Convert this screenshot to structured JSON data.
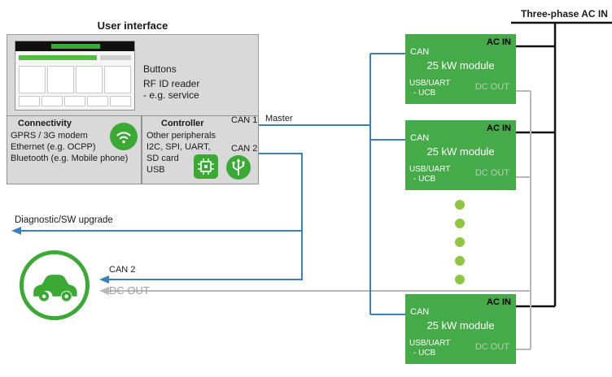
{
  "colors": {
    "green": "#44ab48",
    "icon_green": "#3aaa35",
    "dot_green": "#8dc63f",
    "blue": "#3a7fc1",
    "gray_line": "#b8b8b8",
    "black": "#111111",
    "box_gray": "#d9d9d9"
  },
  "ui": {
    "title": "User interface",
    "buttons": "Buttons",
    "rfid": "RF ID reader",
    "rfid_example": "- e.g. service"
  },
  "connectivity": {
    "title": "Connectivity",
    "items": [
      "GPRS / 3G modem",
      "Ethernet (e.g. OCPP)",
      "Bluetooth (e.g. Mobile phone)"
    ]
  },
  "controller": {
    "title": "Controller",
    "items": [
      "Other peripherals",
      "I2C, SPI, UART,",
      "SD card",
      "USB"
    ],
    "can1": "CAN 1",
    "can2": "CAN 2"
  },
  "bus_labels": {
    "master": "Master",
    "diagnostic": "Diagnostic/SW upgrade",
    "can2": "CAN 2",
    "dc_out": "DC OUT",
    "three_phase": "Three-phase AC IN"
  },
  "modules": [
    {
      "can": "CAN",
      "ac_in": "AC IN",
      "title": "25 kW module",
      "usb_uart": "USB/UART",
      "ucb": "- UCB",
      "dc_out": "DC OUT"
    },
    {
      "can": "CAN",
      "ac_in": "AC IN",
      "title": "25 kW module",
      "usb_uart": "USB/UART",
      "ucb": "- UCB",
      "dc_out": "DC OUT"
    },
    {
      "can": "CAN",
      "ac_in": "AC IN",
      "title": "25 kW module",
      "usb_uart": "USB/UART",
      "ucb": "- UCB",
      "dc_out": "DC OUT"
    }
  ],
  "icons": {
    "wifi": "connectivity wifi icon",
    "chip": "controller chip icon",
    "usb": "usb port icon",
    "car": "electric vehicle icon"
  }
}
